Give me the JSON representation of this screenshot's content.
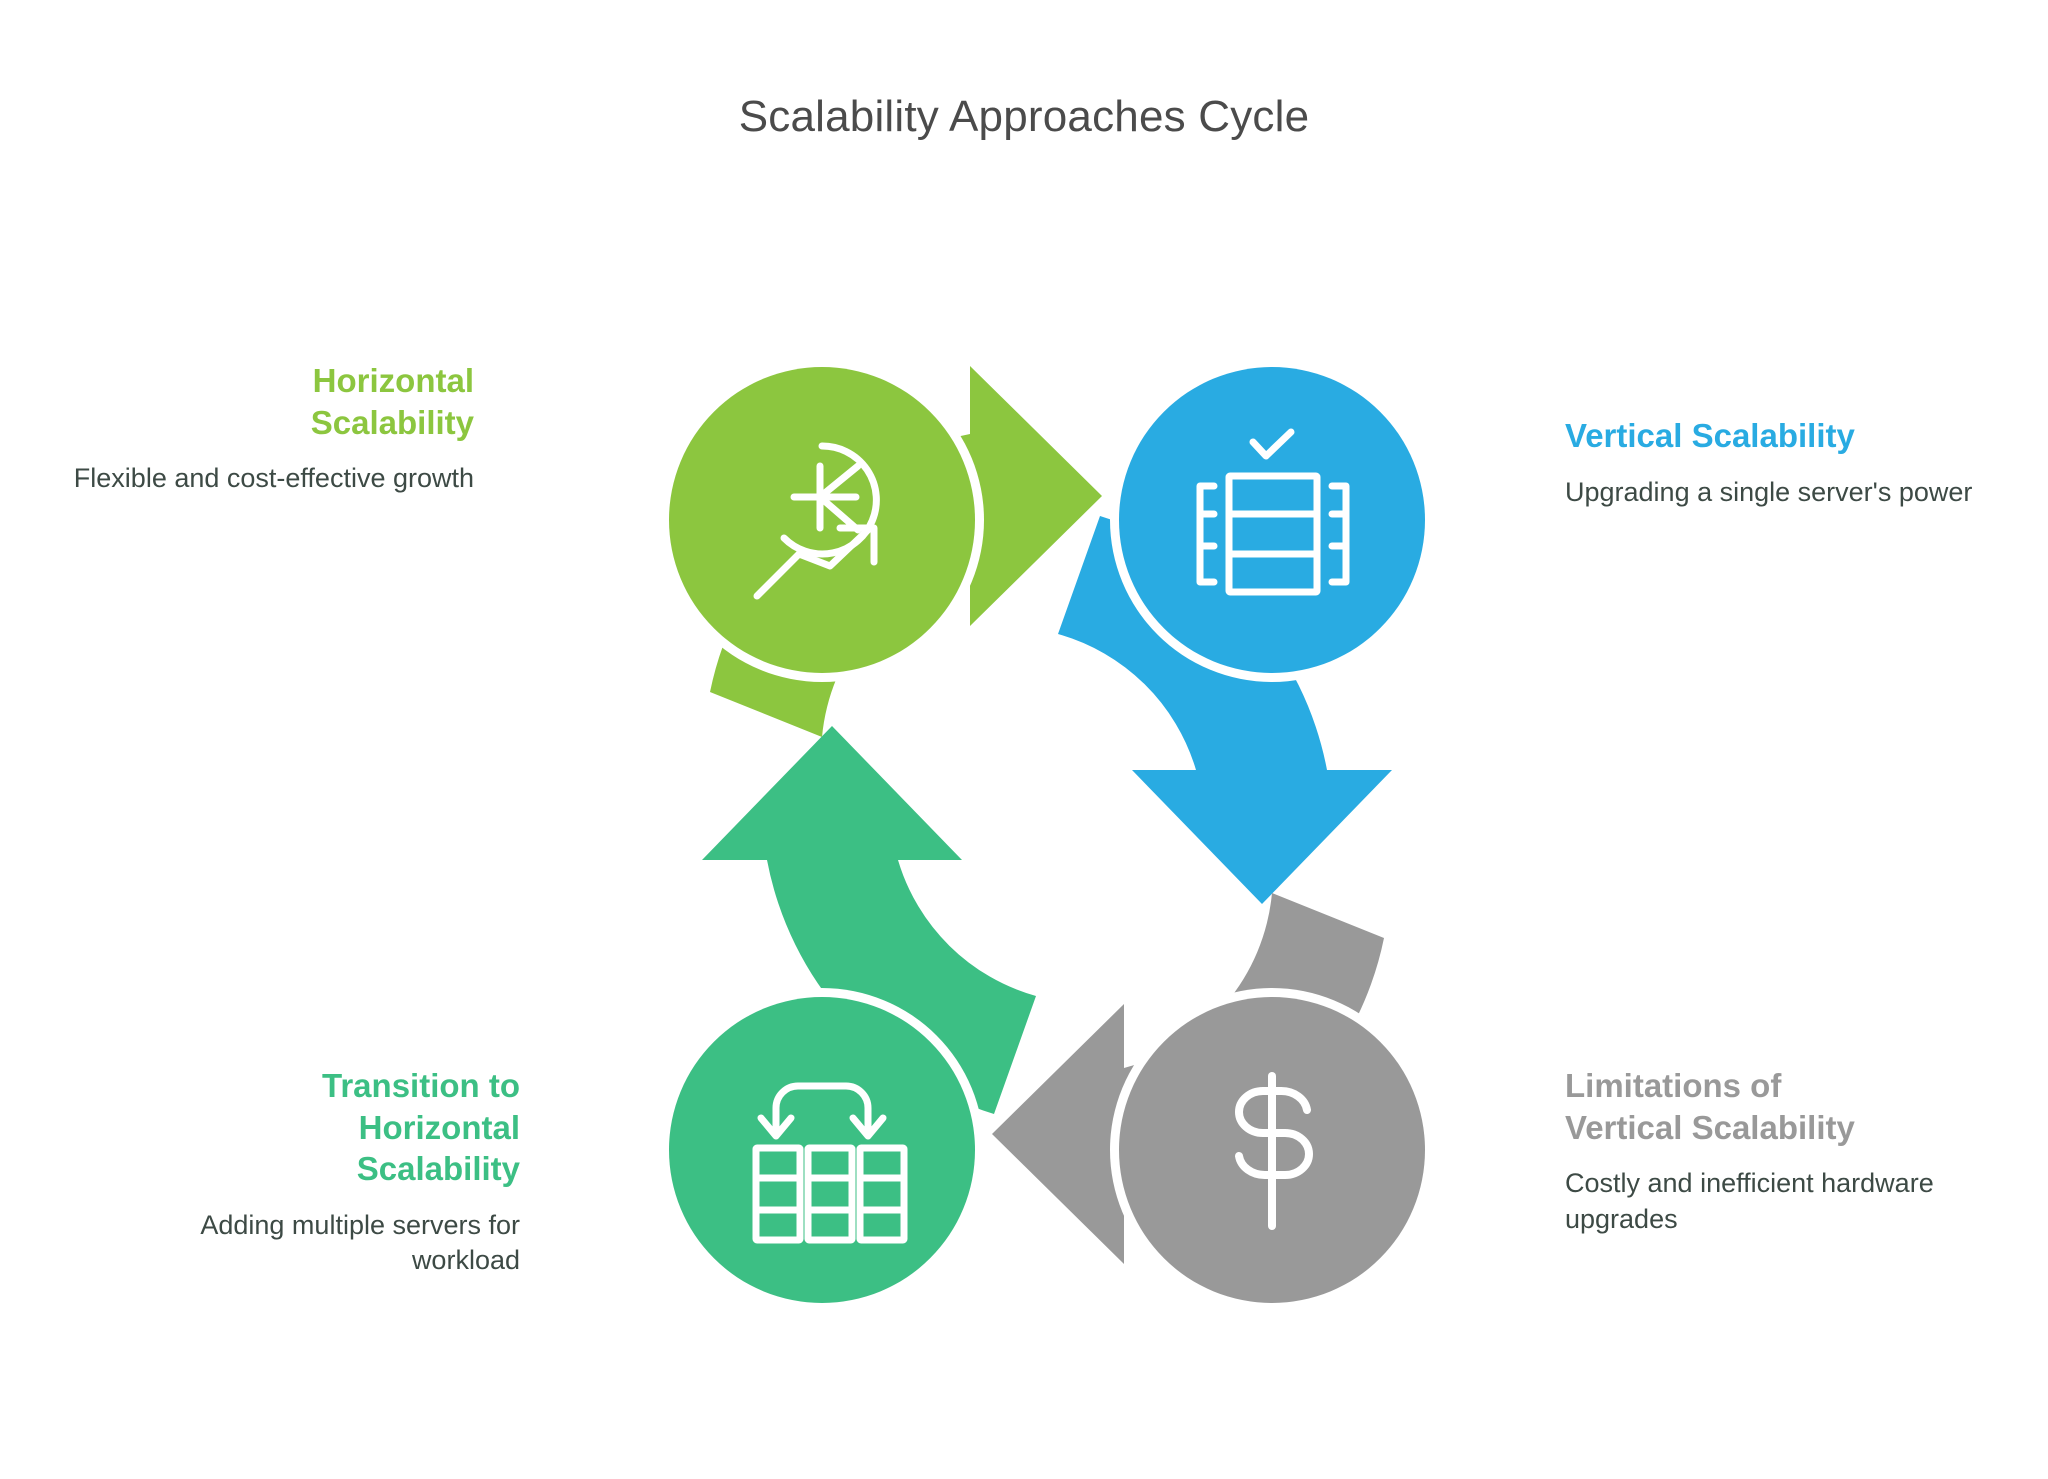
{
  "title": "Scalability Approaches Cycle",
  "colors": {
    "lime": "#8cc63f",
    "blue": "#29abe2",
    "gray": "#999999",
    "emerald": "#3cbf84",
    "text_dark": "#4b4b4b",
    "text_body": "#3d4a45",
    "background": "#ffffff",
    "icon_stroke": "#ffffff"
  },
  "diagram": {
    "type": "cycle",
    "direction": "clockwise",
    "node_count": 4,
    "nodes": [
      {
        "id": "horizontal-scalability",
        "position": "top-left",
        "heading": "Horizontal Scalability",
        "description": "Flexible and cost-effective growth",
        "color": "#8cc63f",
        "icon": "growth-chart-target-icon",
        "label_side": "left",
        "arrow_to": "vertical-scalability",
        "arrow_color": "#8cc63f"
      },
      {
        "id": "vertical-scalability",
        "position": "top-right",
        "heading": "Vertical Scalability",
        "description": "Upgrading a single server's power",
        "color": "#29abe2",
        "icon": "server-upgrade-check-icon",
        "label_side": "right",
        "arrow_to": "limitations-of-vertical-scalability",
        "arrow_color": "#29abe2"
      },
      {
        "id": "limitations-of-vertical-scalability",
        "position": "bottom-right",
        "heading": "Limitations of Vertical Scalability",
        "description": "Costly and inefficient hardware upgrades",
        "color": "#999999",
        "icon": "dollar-sign-icon",
        "label_side": "right",
        "arrow_to": "transition-to-horizontal-scalability",
        "arrow_color": "#999999"
      },
      {
        "id": "transition-to-horizontal-scalability",
        "position": "bottom-left",
        "heading": "Transition to Horizontal Scalability",
        "description": "Adding multiple servers for workload",
        "color": "#3cbf84",
        "icon": "multiple-servers-loadbalance-icon",
        "label_side": "left",
        "arrow_to": "horizontal-scalability",
        "arrow_color": "#3cbf84"
      }
    ],
    "headings": {
      "horizontal_line1": "Horizontal",
      "horizontal_line2": "Scalability",
      "vertical": "Vertical Scalability",
      "limitations_line1": "Limitations of",
      "limitations_line2": "Vertical Scalability",
      "transition_line1": "Transition to",
      "transition_line2": "Horizontal",
      "transition_line3": "Scalability"
    },
    "descriptions": {
      "horizontal": "Flexible and cost-effective growth",
      "vertical": "Upgrading a single server's power",
      "limitations": "Costly and inefficient hardware upgrades",
      "transition": "Adding multiple servers for workload"
    }
  }
}
